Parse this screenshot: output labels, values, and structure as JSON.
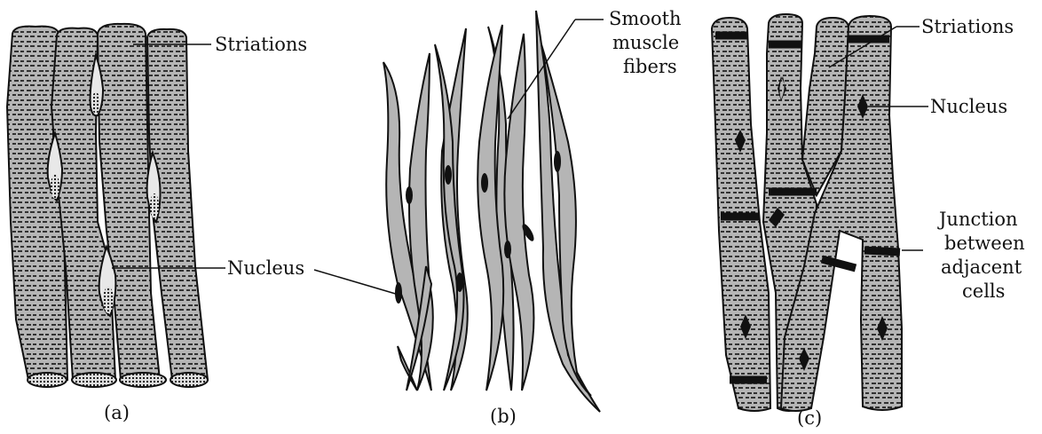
{
  "panels": [
    {
      "caption": "(a)"
    },
    {
      "caption": "(b)"
    },
    {
      "caption": "(c)"
    }
  ],
  "labels": {
    "a_striations": "Striations",
    "a_nucleus": "Nucleus",
    "b_smooth": [
      "Smooth",
      "muscle",
      "fibers"
    ],
    "c_striations": "Striations",
    "c_nucleus": "Nucleus",
    "c_junction": [
      "Junction",
      "between",
      "adjacent",
      "cells"
    ]
  },
  "colors": {
    "fiber_fill": "#b5b5b5",
    "outline": "#111111",
    "nucleus_fill": "#e8e8e8",
    "disc": "#111111"
  }
}
